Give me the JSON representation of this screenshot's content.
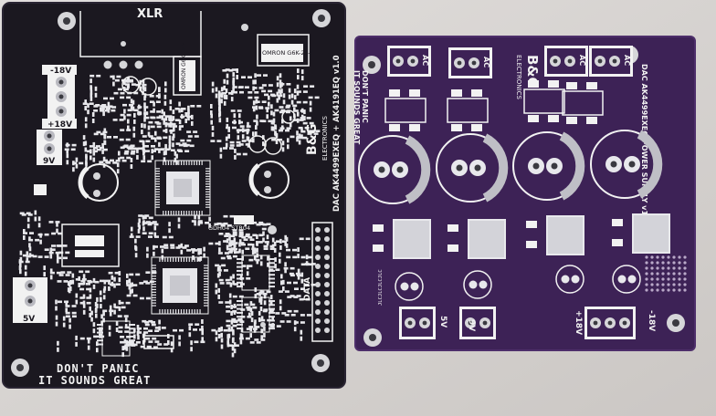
{
  "left_board": {
    "connector_label": "XLR",
    "relay_1_label": "OMRON G6K-2F-Y",
    "relay_2_label": "OMRON G6K-2F-Y",
    "product_title": "DAC AK4499EXEQ + AK4191EQ v1.0",
    "brand": "B&G",
    "brand_sub": "ELECTRONICS",
    "power_neg_label": "-18V",
    "power_pos_label": "+18V",
    "power_9v_label": "9V",
    "power_5v_label": "5V",
    "chip_label": "GDH04 STR04",
    "data_label": "DATA",
    "slogan_1": "DON'T PANIC",
    "slogan_2": "IT SOUNDS GREAT"
  },
  "right_board": {
    "ac_label": "AC",
    "brand": "B&G",
    "brand_sub": "ELECTRONICS",
    "product_title": "DAC AK4499EXEQ POWER SUPPLY v1.0",
    "slogan_1": "DON'T PANIC",
    "slogan_2": "IT SOUNDS GREAT",
    "out_5v": "5V",
    "out_9v": "9V",
    "out_pos18": "+18V",
    "out_neg18": "-18V",
    "lot_code": "JLCJLCJLCJLC"
  },
  "colors": {
    "background": "#d9d6d4",
    "left_pcb": "#1b1820",
    "right_pcb": "#3d2256",
    "silkscreen": "#f2f2f2",
    "copper_pad": "#cfcfd4"
  }
}
